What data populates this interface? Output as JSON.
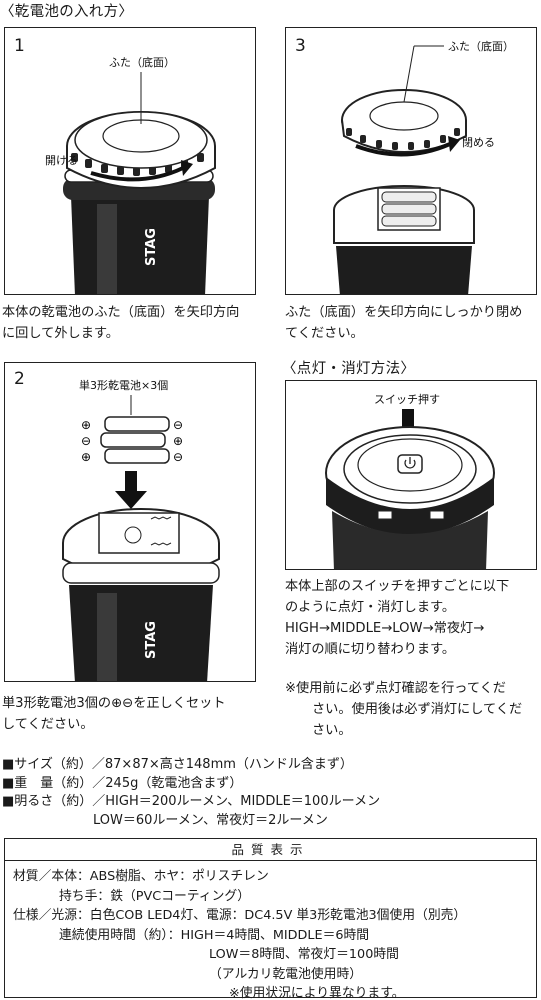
{
  "sections": {
    "install_title": "〈乾電池の入れ方〉",
    "lighting_title": "〈点灯・消灯方法〉"
  },
  "step1": {
    "number": "1",
    "label_cap": "ふた（底面）",
    "label_open": "開ける",
    "brand": "STAG",
    "caption": [
      "本体の乾電池のふた（底面）を矢印方向",
      "に回して外します。"
    ]
  },
  "step2": {
    "number": "2",
    "label_batteries": "単3形乾電池×3個",
    "plus": "⊕",
    "minus": "⊖",
    "brand": "STAG",
    "caption": [
      "単3形乾電池3個の⊕⊖を正しくセット",
      "してください。"
    ]
  },
  "step3": {
    "number": "3",
    "label_cap": "ふた（底面）",
    "label_close": "閉める",
    "caption": [
      "ふた（底面）を矢印方向にしっかり閉め",
      "てください。"
    ]
  },
  "lighting": {
    "label_switch": "スイッチ押す",
    "caption": [
      "本体上部のスイッチを押すごとに以下",
      "のように点灯・消灯します。",
      "HIGH→MIDDLE→LOW→常夜灯→",
      "消灯の順に切り替わります。"
    ],
    "note": [
      "※使用前に必ず点灯確認を行ってくだ",
      "さい。使用後は必ず消灯にしてくだ",
      "さい。"
    ]
  },
  "specs": [
    "■サイズ（約）／87×87×高さ148mm（ハンドル含まず）",
    "■重　量（約）／245g（乾電池含まず）",
    "■明るさ（約）／HIGH＝200ルーメン、MIDDLE＝100ルーメン",
    "　　　　　　　LOW＝60ルーメン、常夜灯＝2ルーメン"
  ],
  "quality": {
    "title": "品質表示",
    "material_line1": "材質／本体：ABS樹脂、ホヤ：ポリスチレン",
    "material_line2": "持ち手：鉄（PVCコーティング）",
    "spec_line1": "仕様／光源：白色COB LED4灯、電源：DC4.5V 単3形乾電池3個使用（別売）",
    "spec_line2": "連続使用時間（約）：HIGH＝4時間、MIDDLE＝6時間",
    "spec_line3": "LOW＝8時間、常夜灯＝100時間",
    "spec_line4": "（アルカリ乾電池使用時）",
    "spec_line5": "※使用状況により異なります。"
  }
}
